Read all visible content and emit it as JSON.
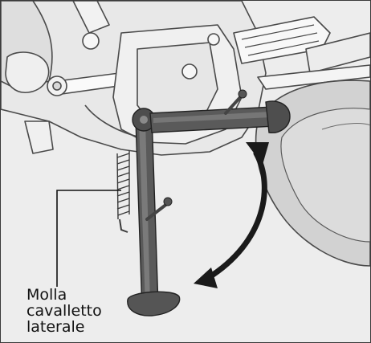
{
  "diagram": {
    "callout_label": {
      "line1": "Molla",
      "line2": "cavalletto",
      "line3": "laterale"
    },
    "parts": {
      "side_stand": "side-stand",
      "stand_spring": "stand-spring",
      "rear_wheel": "rear-wheel",
      "engine_case": "engine-case"
    },
    "motion_arrow_icon": "curved-double-arrow-icon",
    "colors": {
      "background": "#ededed",
      "stand": "#5a5a5a",
      "arrow": "#1a1a1a",
      "line_art": "#4a4a4a"
    }
  }
}
